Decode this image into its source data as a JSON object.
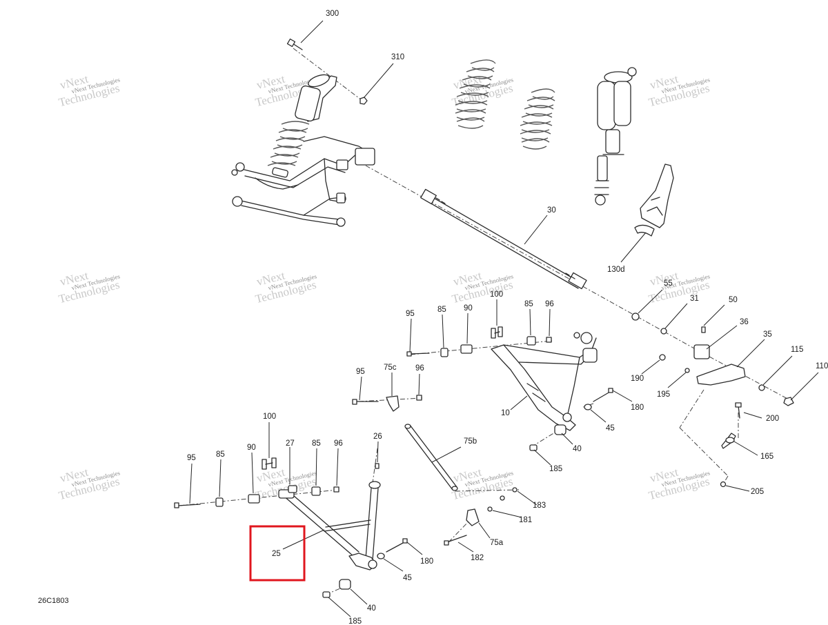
{
  "figure_ref": "26C1803",
  "watermark": {
    "line1": "vNext",
    "line2": "vNext Technologies",
    "line3": "Technologies"
  },
  "highlighted_part": "25",
  "callouts": {
    "c300": "300",
    "c310": "310",
    "c30": "30",
    "c130d": "130d",
    "c55": "55",
    "c31": "31",
    "c50": "50",
    "c36": "36",
    "c35": "35",
    "c115": "115",
    "c110": "110",
    "c190": "190",
    "c195": "195",
    "c180a": "180",
    "c200": "200",
    "c165": "165",
    "c205": "205",
    "c45a": "45",
    "c40a": "40",
    "c185a": "185",
    "c10": "10",
    "c95a": "95",
    "c85a": "85",
    "c90a": "90",
    "c100a": "100",
    "c85b": "85",
    "c96a": "96",
    "c95b": "95",
    "c75c": "75c",
    "c96b": "96",
    "c75b": "75b",
    "c183": "183",
    "c181": "181",
    "c75a": "75a",
    "c182": "182",
    "c100b": "100",
    "c27": "27",
    "c26": "26",
    "c95c": "95",
    "c85c": "85",
    "c90b": "90",
    "c85d": "85",
    "c96c": "96",
    "c25": "25",
    "c180b": "180",
    "c45b": "45",
    "c40b": "40",
    "c185b": "185"
  }
}
